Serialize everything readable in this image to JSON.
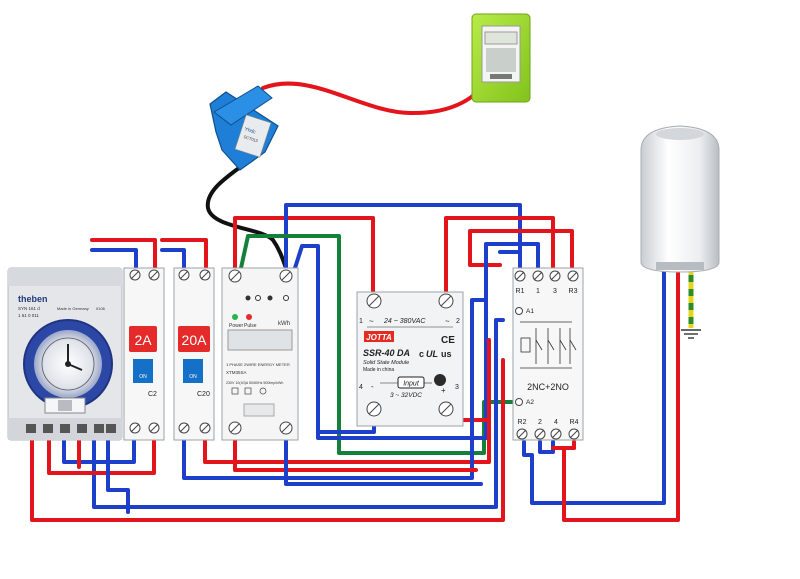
{
  "colors": {
    "live": "#e3141b",
    "neutral": "#1d3fc9",
    "control": "#13813a",
    "earth_green": "#2e8b2e",
    "earth_yellow": "#e4d41e",
    "meter_body": "#9bd72c",
    "ct_clamp": "#1f7fd6",
    "breaker_badge": "#e52a2a"
  },
  "timer": {
    "brand": "theben",
    "model": "SYN 161 d",
    "made_in": "Made in Germany",
    "model_number": "1 61 0 011",
    "date_code": "0106"
  },
  "breaker_2a": {
    "badge": "2A",
    "label": "C2",
    "switch_text": "ON"
  },
  "breaker_20a": {
    "badge": "20A",
    "label": "C20",
    "switch_text": "ON"
  },
  "energy_meter": {
    "power_led": "Power",
    "pulse_led": "Pulse",
    "unit": "kWh",
    "title": "1 PHASE 2WIRE ENERGY METER",
    "model": "XTM35SA",
    "specs": "230V   10(40)A   50/60Hz   500imp/kWh"
  },
  "ct_sensor": {
    "label": "Yhdc",
    "model": "SCT013"
  },
  "ssr": {
    "brand": "JOTTA",
    "voltage_ac": "24 ~ 380VAC",
    "model": "SSR-40 DA",
    "description": "Solid State Module",
    "origin": "Made in china",
    "input_label": "Input",
    "voltage_dc": "3 ~ 32VDC",
    "terminals": {
      "t1": "1",
      "t2": "2",
      "t3": "3",
      "t4": "4",
      "plus": "+",
      "minus": "-",
      "tilde": "~"
    }
  },
  "relay": {
    "top_terminals": [
      "R1",
      "1",
      "3",
      "R3"
    ],
    "coil_a1": "A1",
    "coil_a2": "A2",
    "contacts": "2NC+2NO",
    "bottom_terminals": [
      "R2",
      "2",
      "4",
      "R4"
    ]
  }
}
